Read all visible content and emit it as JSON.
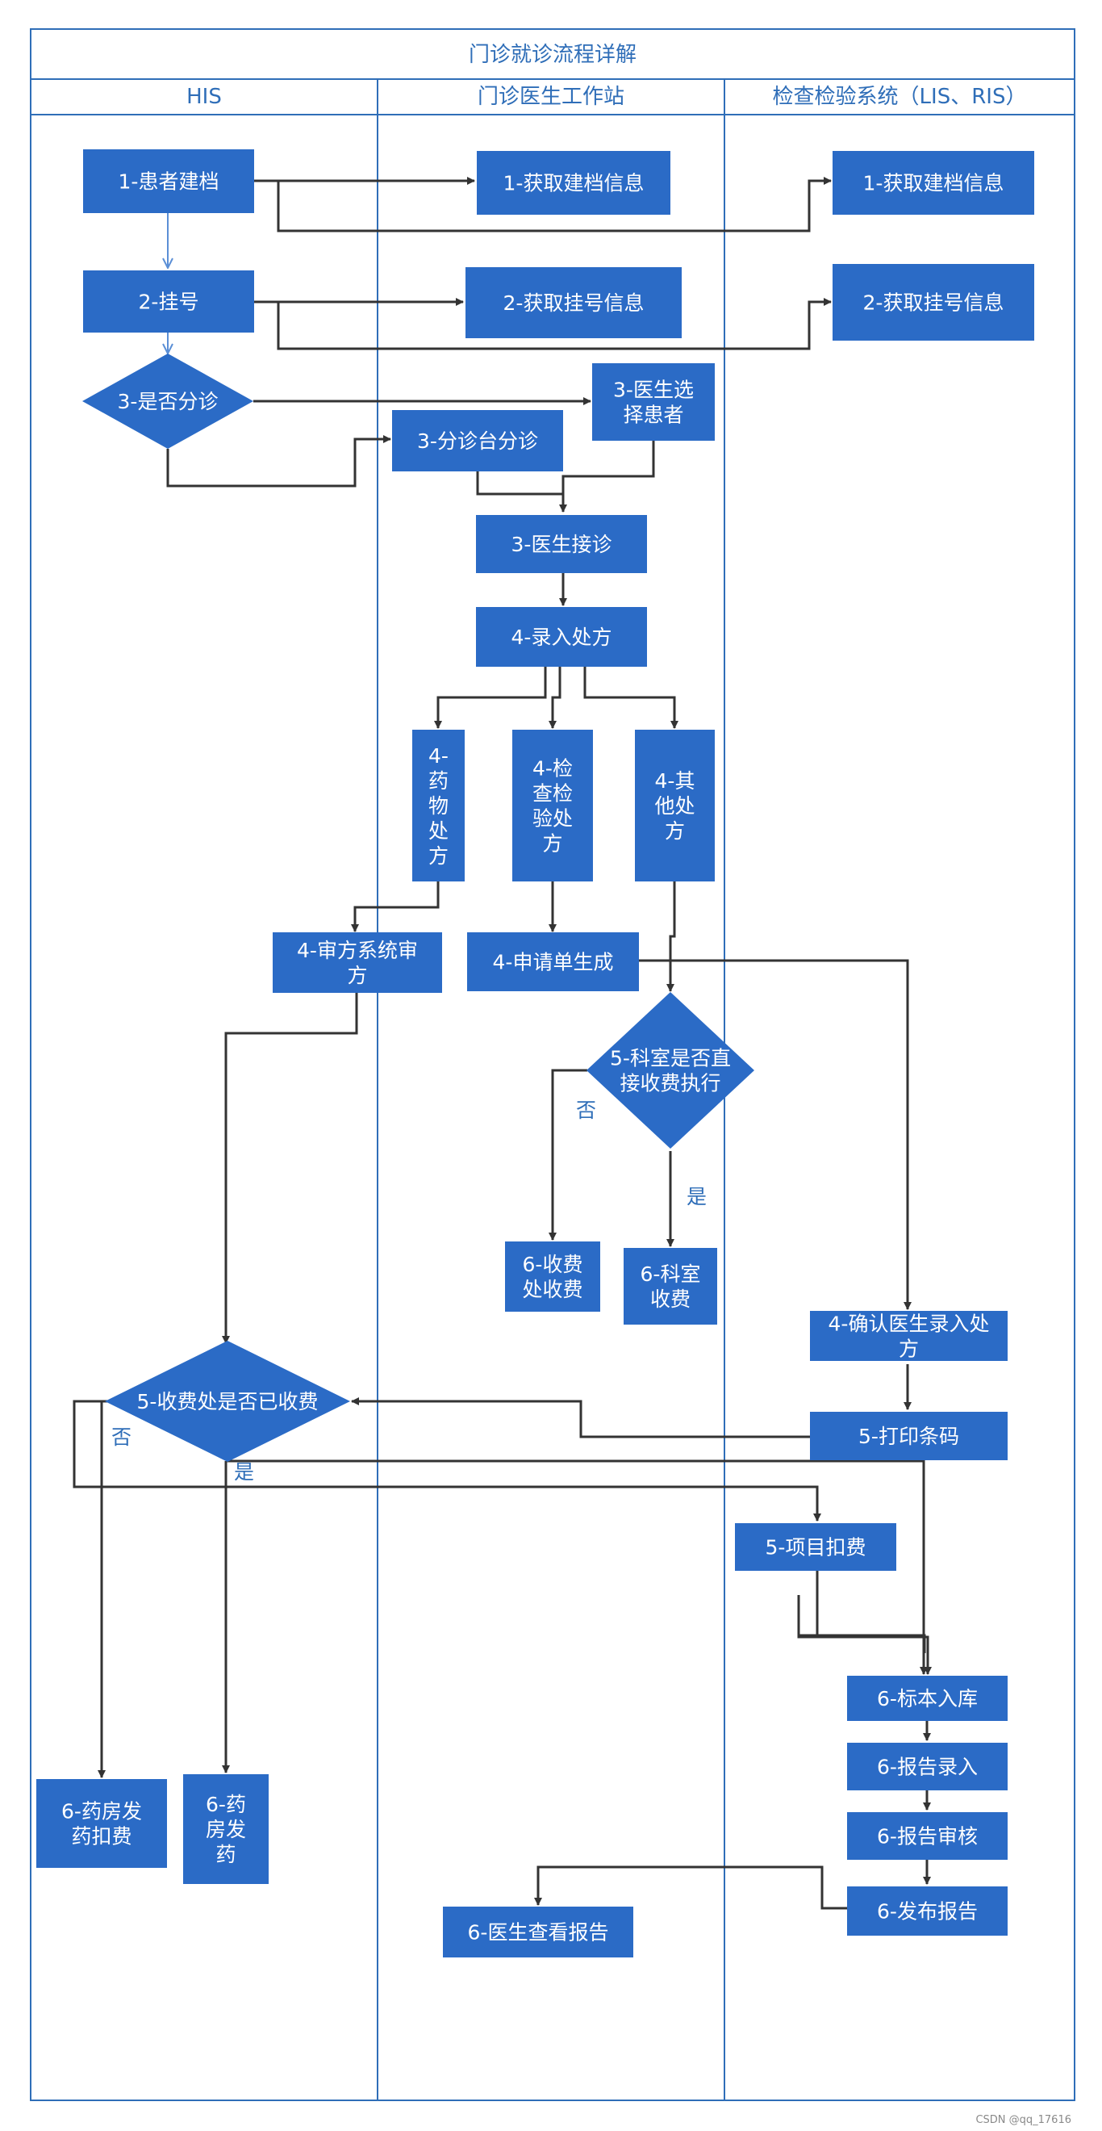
{
  "title": "门诊就诊流程详解",
  "lanes": [
    "HIS",
    "门诊医生工作站",
    "检查检验系统（LIS、RIS）"
  ],
  "nodes": {
    "his_create_record": "1-患者建档",
    "his_register": "2-挂号",
    "his_triage_decision": "3-是否分诊",
    "his_rx_review": "4-审方系统审方",
    "his_paid_decision": "5-收费处是否已收费",
    "his_pharmacy_charge": "6-药房发药扣费",
    "his_pharmacy_dispense": "6-药房发药",
    "ws_get_record": "1-获取建档信息",
    "ws_get_registration": "2-获取挂号信息",
    "ws_doctor_select": "3-医生选择患者",
    "ws_triage_desk": "3-分诊台分诊",
    "ws_doctor_accept": "3-医生接诊",
    "ws_enter_rx": "4-录入处方",
    "ws_drug_rx": "4-药物处方",
    "ws_exam_rx": "4-检查检验处方",
    "ws_other_rx": "4-其他处方",
    "ws_request_form": "4-申请单生成",
    "ws_dept_decision": "5-科室是否直接收费执行",
    "ws_cashier_charge": "6-收费处收费",
    "ws_dept_charge": "6-科室收费",
    "ws_view_report": "6-医生查看报告",
    "lis_get_record": "1-获取建档信息",
    "lis_get_registration": "2-获取挂号信息",
    "lis_confirm_rx": "4-确认医生录入处方",
    "lis_print_barcode": "5-打印条码",
    "lis_item_charge": "5-项目扣费",
    "lis_specimen_in": "6-标本入库",
    "lis_report_entry": "6-报告录入",
    "lis_report_review": "6-报告审核",
    "lis_publish_report": "6-发布报告"
  },
  "edge_labels": {
    "no": "否",
    "yes": "是"
  },
  "watermark": "CSDN @qq_17616",
  "colors": {
    "node": "#2b6bc6",
    "frame": "#2f6eb8",
    "edge": "#333333",
    "text": "#ffffff"
  }
}
